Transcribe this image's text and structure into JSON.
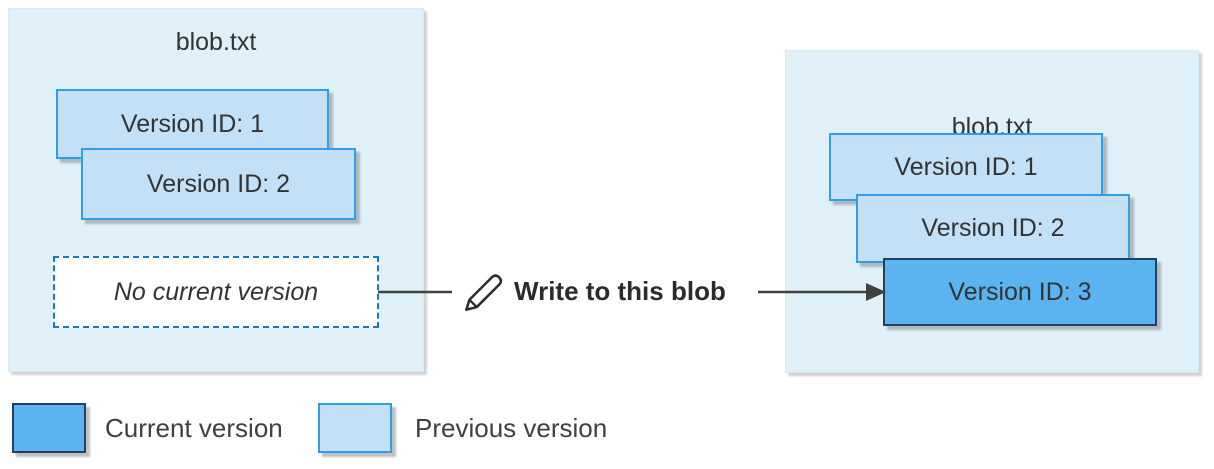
{
  "before_blob": {
    "title": "blob.txt",
    "versions": [
      {
        "label": "Version ID: 1",
        "state": "previous"
      },
      {
        "label": "Version ID: 2",
        "state": "previous"
      }
    ],
    "placeholder": "No current version"
  },
  "action": {
    "icon": "pencil-icon",
    "label": "Write to this blob"
  },
  "after_blob": {
    "title": "blob.txt",
    "versions": [
      {
        "label": "Version ID: 1",
        "state": "previous"
      },
      {
        "label": "Version ID: 2",
        "state": "previous"
      },
      {
        "label": "Version ID: 3",
        "state": "current"
      }
    ]
  },
  "legend": {
    "items": [
      {
        "label": "Current version",
        "color": "#5BB4F0"
      },
      {
        "label": "Previous version",
        "color": "#C3E0F7"
      }
    ]
  },
  "colors": {
    "container_fill": "#DFF0F9",
    "previous_fill": "#C3E0F7",
    "previous_border": "#2E9FE8",
    "current_fill": "#5BB4F0",
    "current_border": "#24405E",
    "dashed_border": "#1779C6",
    "connector": "#404040"
  }
}
